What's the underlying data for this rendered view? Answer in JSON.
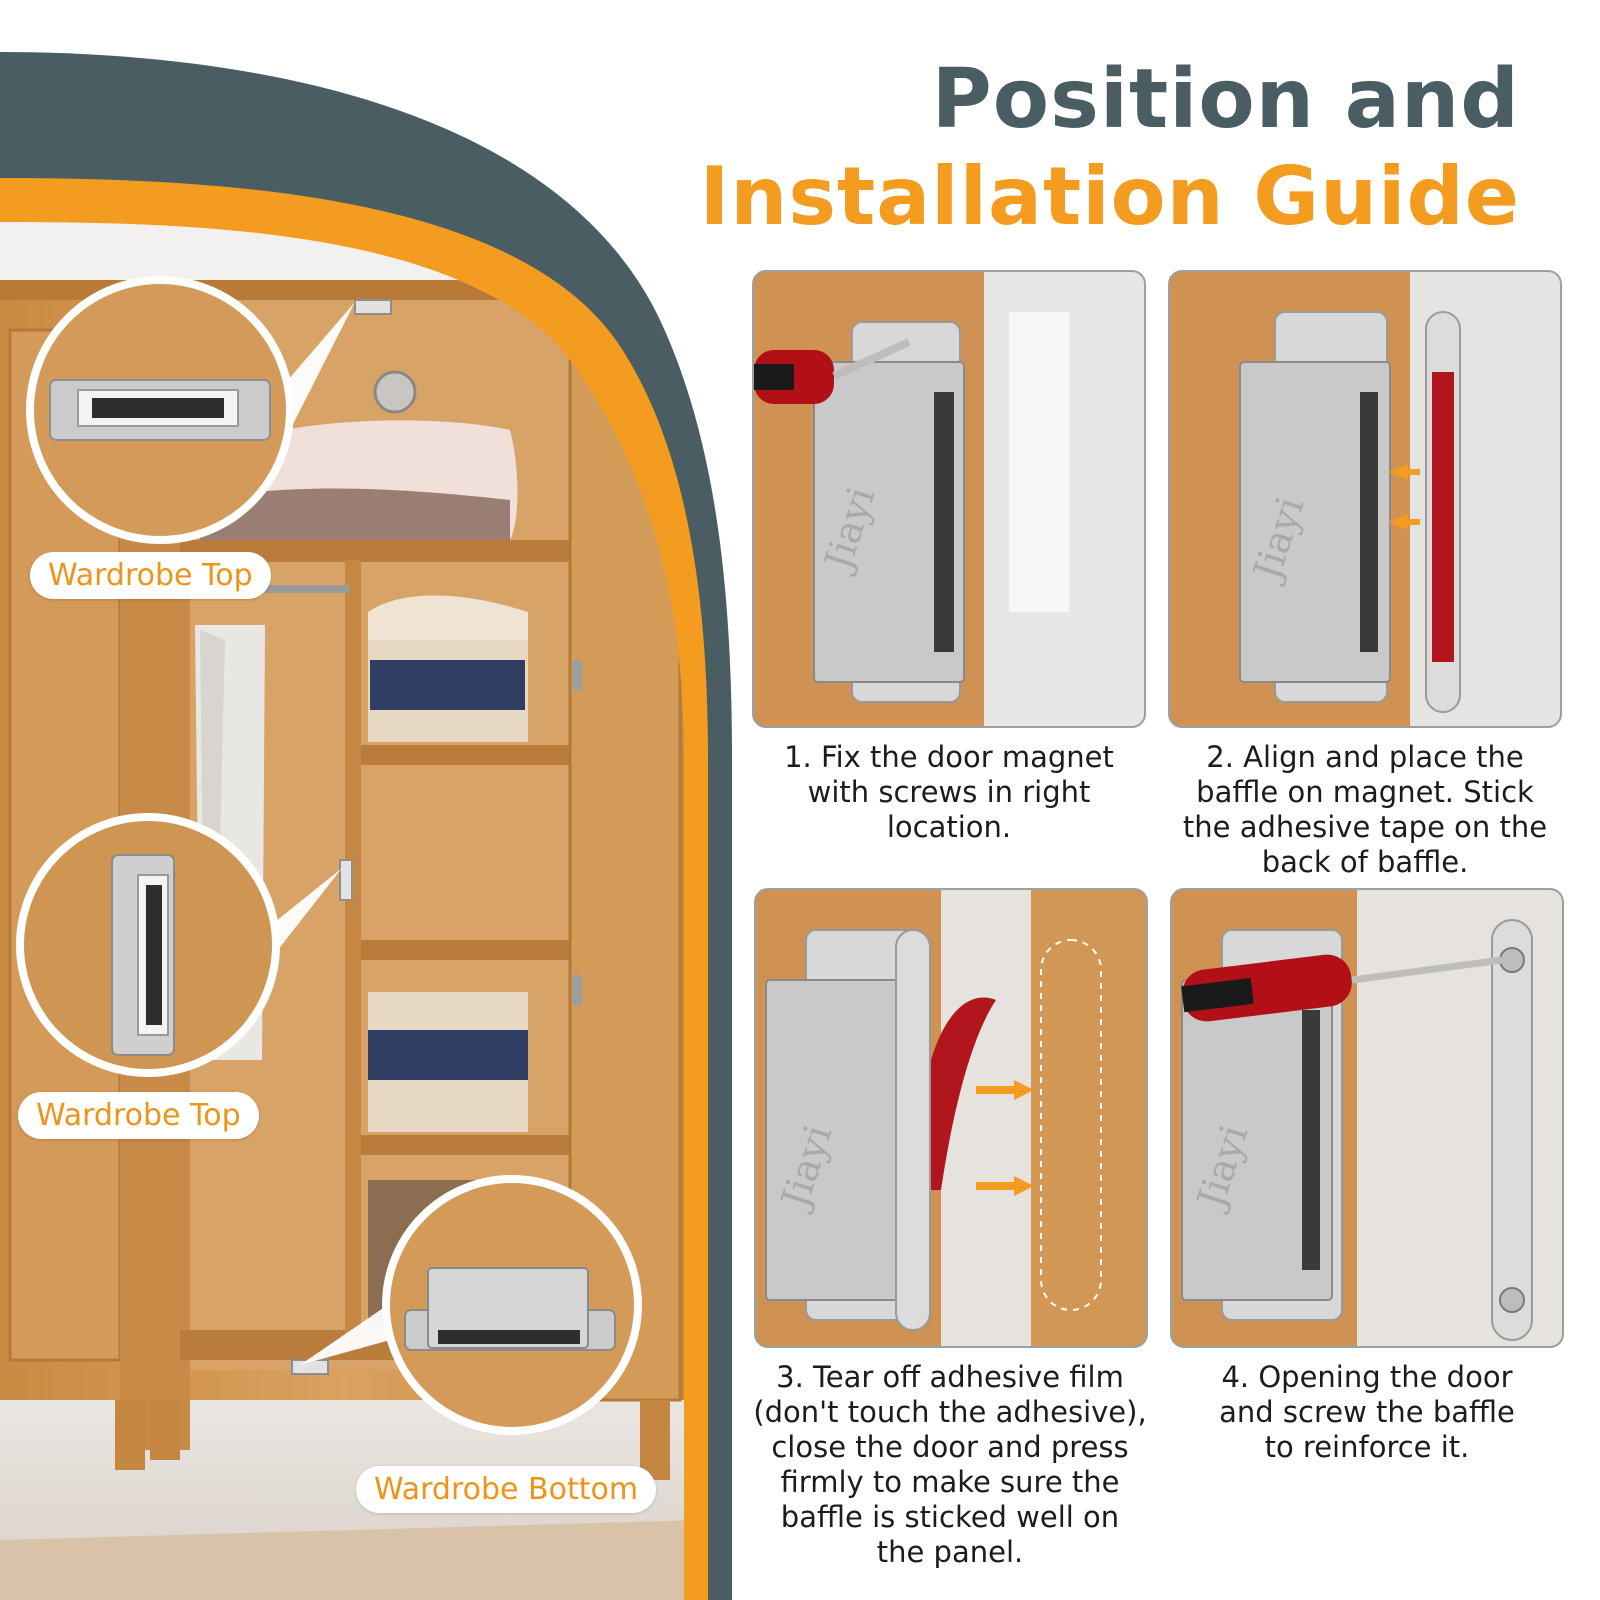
{
  "title": {
    "line1": "Position and",
    "line2": "Installation Guide"
  },
  "labels": {
    "top_1": "Wardrobe Top",
    "top_2": "Wardrobe Top",
    "bottom": "Wardrobe Bottom"
  },
  "brand_mark": "Jiayi",
  "steps": [
    {
      "lines": [
        "1.  Fix the door magnet",
        "with screws in right",
        "location."
      ]
    },
    {
      "lines": [
        "2. Align and place the",
        "baffle on magnet. Stick",
        "the adhesive tape on the",
        "back of baffle."
      ]
    },
    {
      "lines": [
        "3. Tear off adhesive film",
        "(don't touch the adhesive),",
        "close the door and press",
        "firmly to make sure the",
        "baffle is sticked well on",
        "the panel."
      ]
    },
    {
      "lines": [
        "4. Opening the door",
        "and screw the baffle",
        "to reinforce it."
      ]
    }
  ],
  "colors": {
    "slate": "#4a5d63",
    "orange": "#f39c1f",
    "wood": "#cc8b45"
  }
}
